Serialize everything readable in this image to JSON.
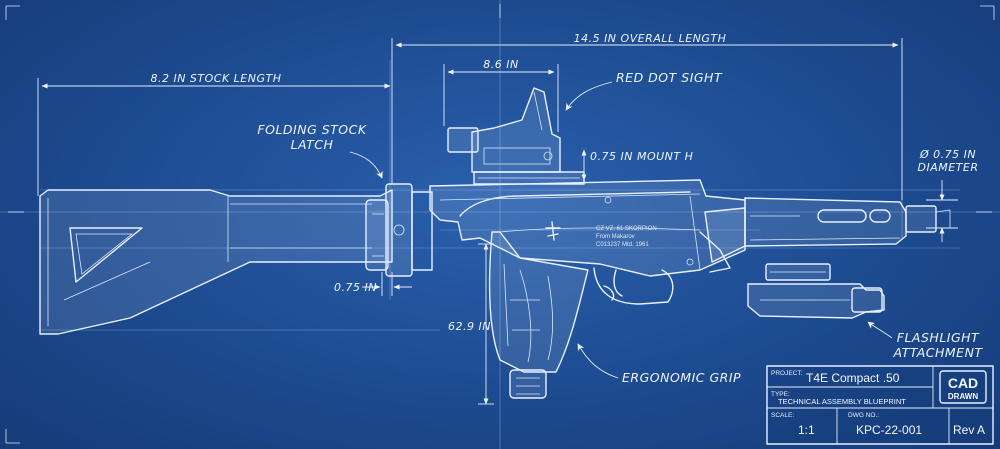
{
  "dimensions": {
    "overall_length": "14.5 IN OVERALL LENGTH",
    "stock_length": "8.2 IN STOCK LENGTH",
    "sight_width": "8.6 IN",
    "mount_height": "0.75 IN MOUNT H",
    "barrel_diameter_line1": "Ø 0.75 IN",
    "barrel_diameter_line2": "DIAMETER",
    "latch_gap": "0.75 IN",
    "grip_height": "62.9 IN"
  },
  "callouts": {
    "red_dot_sight": "RED DOT SIGHT",
    "folding_stock_line1": "FOLDING STOCK",
    "folding_stock_line2": "LATCH",
    "flashlight_line1": "FLASHLIGHT",
    "flashlight_line2": "ATTACHMENT",
    "ergonomic_grip": "ERGONOMIC GRIP"
  },
  "engraving": {
    "line1": "CZ VZ. 61 SKORPION",
    "line2": "From Makarov",
    "line3": "C013237  Mtd. 1961"
  },
  "title_block": {
    "project_label": "PROJECT:",
    "project_value": "T4E Compact .50",
    "type_label": "TYPE:",
    "type_value": "TECHNICAL ASSEMBLY BLUEPRINT",
    "scale_label": "SCALE:",
    "scale_value": "1:1",
    "dwg_label": "DWG NO.:",
    "dwg_value": "KPC-22-001",
    "revision": "Rev A",
    "badge_line1": "CAD",
    "badge_line2": "DRAWN"
  },
  "colors": {
    "background": "#1f4f96",
    "ink": "#eef4ff"
  }
}
